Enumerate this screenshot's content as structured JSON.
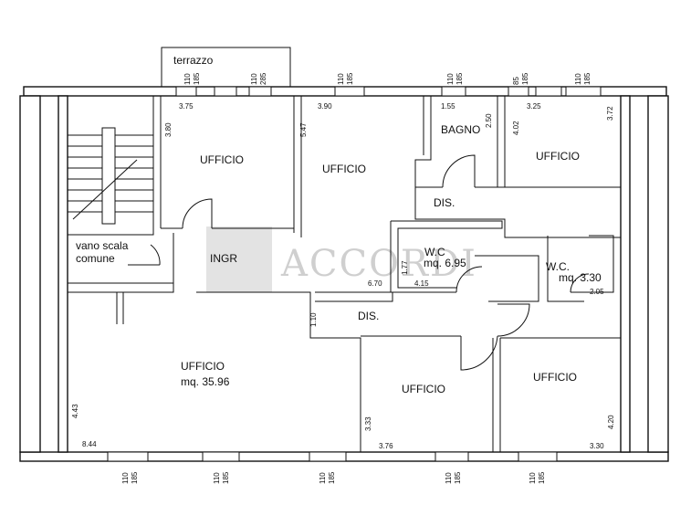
{
  "rooms": {
    "terrazzo": "terrazzo",
    "ufficio": "UFFICIO",
    "bagno": "BAGNO",
    "dis": "DIS.",
    "ingr": "INGR",
    "vano_scala_1": "vano scala",
    "vano_scala_2": "comune",
    "wc": "W.C",
    "wc2": "W.C.",
    "wc_area": "mq. 6.95",
    "wc2_area": "mq. 3.30",
    "ufficio_area": "mq. 35.96"
  },
  "dimensions": {
    "d_3_75": "3.75",
    "d_3_90": "3.90",
    "d_1_55": "1.55",
    "d_3_25": "3.25",
    "d_3_80": "3.80",
    "d_5_47": "5.47",
    "d_2_50": "2.50",
    "d_4_02": "4.02",
    "d_3_72": "3.72",
    "d_6_70": "6.70",
    "d_4_15": "4.15",
    "d_1_77": "1.77",
    "d_2_05": "2.05",
    "d_1_10": "1.10",
    "d_4_43": "4.43",
    "d_8_44": "8.44",
    "d_3_33": "3.33",
    "d_3_76": "3.76",
    "d_4_20": "4.20",
    "d_3_30": "3.30"
  },
  "windows": {
    "w110": "110",
    "w185": "185",
    "w285": "285",
    "w85": "85"
  },
  "watermark": "ACCORDI"
}
